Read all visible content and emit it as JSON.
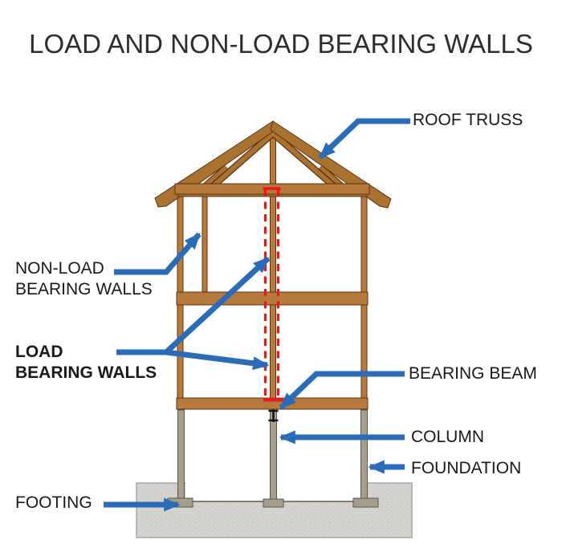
{
  "title": "LOAD AND NON-LOAD BEARING WALLS",
  "labels": {
    "roof_truss": "ROOF TRUSS",
    "non_load_bearing_walls": "NON-LOAD\nBEARING WALLS",
    "load_bearing_walls": "LOAD\nBEARING WALLS",
    "bearing_beam": "BEARING BEAM",
    "column": "COLUMN",
    "foundation": "FOUNDATION",
    "footing": "FOOTING"
  },
  "colors": {
    "arrow_blue": "#2B6CB8",
    "highlight_red": "#E8191C",
    "wood": "#B57A3C",
    "wood_outline": "#5E3310",
    "concrete_gray": "#D4D3D0",
    "pier_gray": "#A79F8D",
    "text_black": "#191919",
    "title_color": "#2D2D2D"
  }
}
